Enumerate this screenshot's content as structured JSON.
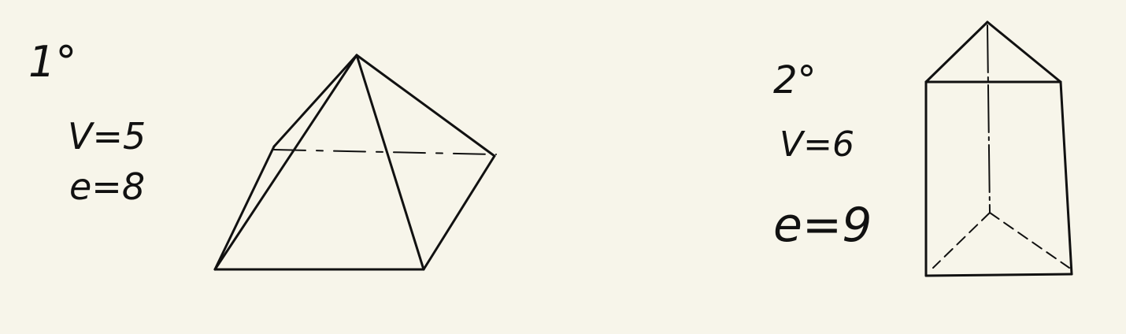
{
  "figure_1": {
    "number": "1°",
    "vertices": "V=5",
    "edges": "e=8"
  },
  "figure_2": {
    "number": "2°",
    "vertices": "V=6",
    "edges": "e=9"
  },
  "colors": {
    "background": "#f7f5ea",
    "ink": "#111111"
  }
}
